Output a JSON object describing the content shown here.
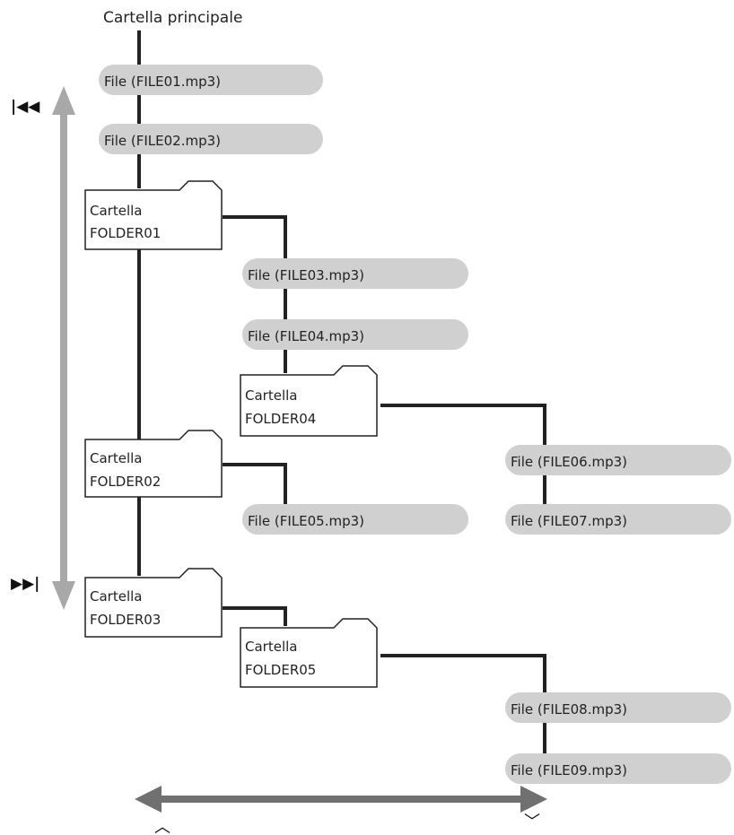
{
  "root_label": "Cartella principale",
  "folder_word": "Cartella",
  "files": {
    "f01": "File (FILE01.mp3)",
    "f02": "File (FILE02.mp3)",
    "f03": "File (FILE03.mp3)",
    "f04": "File (FILE04.mp3)",
    "f05": "File (FILE05.mp3)",
    "f06": "File (FILE06.mp3)",
    "f07": "File (FILE07.mp3)",
    "f08": "File (FILE08.mp3)",
    "f09": "File (FILE09.mp3)"
  },
  "folders": {
    "d01": "FOLDER01",
    "d02": "FOLDER02",
    "d03": "FOLDER03",
    "d04": "FOLDER04",
    "d05": "FOLDER05"
  },
  "controls": {
    "prev_symbol": "|◀◀",
    "next_symbol": "▶▶|",
    "up_symbol": "︿",
    "down_symbol": "﹀"
  },
  "colors": {
    "file_pill": "#d0d0d0",
    "vertical_arrow": "#a8a8a8",
    "horizontal_arrow": "#707070",
    "tree_line": "#222222"
  }
}
